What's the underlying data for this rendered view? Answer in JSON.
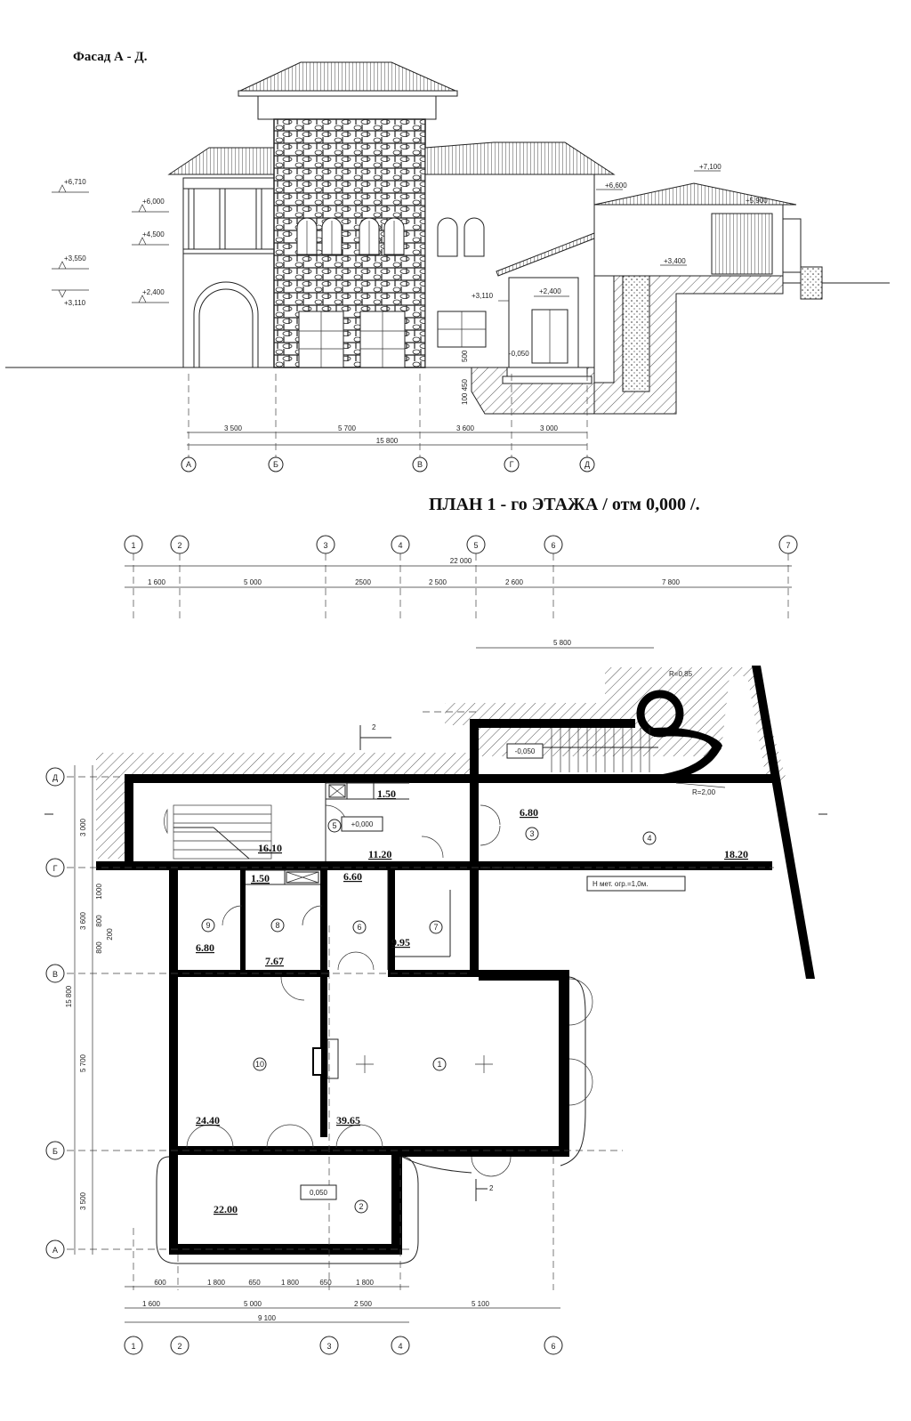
{
  "facade": {
    "title": "Фасад А - Д.",
    "elevations": {
      "e6710": "+6,710",
      "e6000": "+6,000",
      "e4500": "+4,500",
      "e3550": "+3,550",
      "e3110a": "+3,110",
      "e2400a": "+2,400",
      "e3110b": "+3,110",
      "e2400b": "+2,400",
      "e7100": "+7,100",
      "e6600": "+6,600",
      "e5900": "+5,900",
      "e3400": "+3,400",
      "e0050": "-0,050"
    },
    "ground_dims": {
      "d500": "500",
      "d100": "100 450"
    },
    "dimensions": [
      "3 500",
      "5 700",
      "3 600",
      "3 000"
    ],
    "total": "15 800",
    "axes": [
      "А",
      "Б",
      "В",
      "Г",
      "Д"
    ]
  },
  "plan": {
    "title": "ПЛАН  1 - го  ЭТАЖА  / отм 0,000 /.",
    "top_axes": [
      "1",
      "2",
      "3",
      "4",
      "5",
      "6",
      "7"
    ],
    "top_total": "22 000",
    "top_dims": [
      "1 600",
      "5 000",
      "2500",
      "2 500",
      "2 600",
      "7 800"
    ],
    "stair_dim": "5 800",
    "radius_small": "R=0,85",
    "radius_large": "R=2,00",
    "stair_level": "-0,050",
    "section_mark": "2",
    "rooms": [
      {
        "no": "1",
        "area": "39.65"
      },
      {
        "no": "2",
        "area": "22.00"
      },
      {
        "no": "3",
        "area": "6.80"
      },
      {
        "no": "4",
        "area": "18.20"
      },
      {
        "no": "5",
        "area": "11.20"
      },
      {
        "no": "6",
        "area": "6.60"
      },
      {
        "no": "7",
        "area": "9.95"
      },
      {
        "no": "8",
        "area": "7.67"
      },
      {
        "no": "9",
        "area": "6.80"
      },
      {
        "no": "10",
        "area": "24.40"
      }
    ],
    "extra_areas": {
      "stair_hall": "16.10",
      "wc_top": "1.50",
      "wc_mid": "1.50"
    },
    "level_5": "+0,000",
    "level_terrace": "0,050",
    "railing_note": "Н мет. огр.=1,0м.",
    "left_axes": [
      "Д",
      "Г",
      "В",
      "Б",
      "А"
    ],
    "left_dims": [
      "3 000",
      "3 600",
      "5 700",
      "3 500"
    ],
    "left_small_dims": [
      "1000",
      "800",
      "800",
      "200"
    ],
    "left_total": "15 800",
    "bottom_axes": [
      "1",
      "2",
      "3",
      "4",
      "6"
    ],
    "bottom_dims1": [
      "600",
      "1 800",
      "650",
      "1 800",
      "650",
      "1 800"
    ],
    "bottom_dims2": [
      "1 600",
      "5 000",
      "2 500",
      "5 100"
    ],
    "bottom_total": "9 100"
  }
}
